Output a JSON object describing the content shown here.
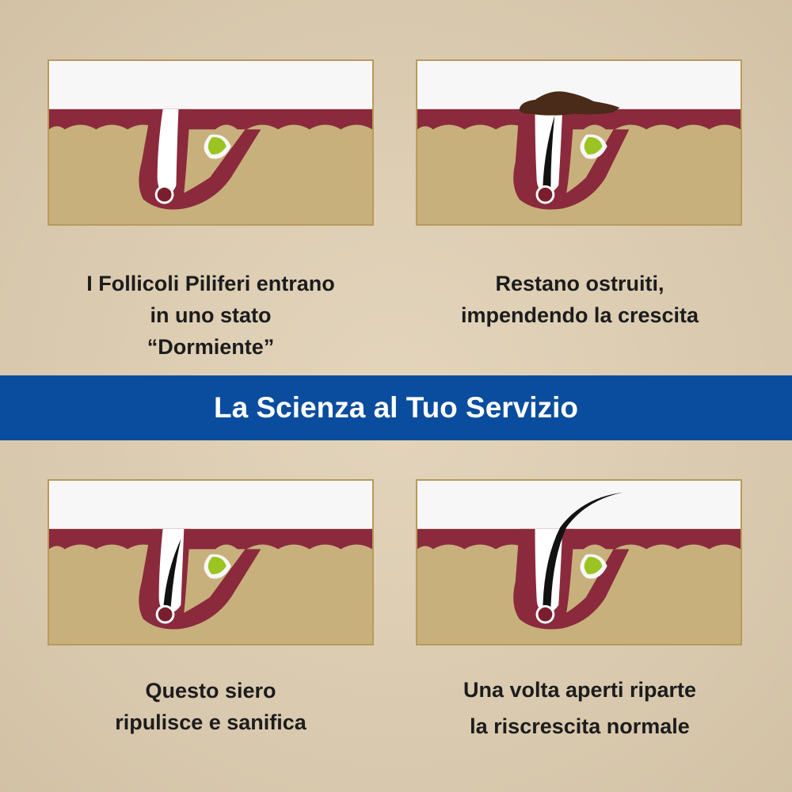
{
  "banner": {
    "title": "La Scienza al Tuo Servizio"
  },
  "panels": [
    {
      "stage": "dormant",
      "caption_lines": [
        "I Follicoli Piliferi entrano",
        "in uno stato",
        "“Dormiente”"
      ]
    },
    {
      "stage": "clogged",
      "caption_lines": [
        "Restano ostruiti,",
        "impendendo la crescita"
      ]
    },
    {
      "stage": "cleansed",
      "caption_lines": [
        "Questo siero",
        "ripulisce e sanifica"
      ]
    },
    {
      "stage": "regrowth",
      "caption_lines": [
        "Una volta aperti riparte",
        "la riscrescita normale"
      ]
    }
  ],
  "colors": {
    "skin_top": "#ffffff",
    "epidermis": "#8a2a3c",
    "dermis": "#c8b07c",
    "follicle_bulb": "#7a1e2e",
    "gland": "#9bc422",
    "hair": "#111111",
    "plug": "#4a2a18",
    "banner": "#0a4d9e"
  }
}
